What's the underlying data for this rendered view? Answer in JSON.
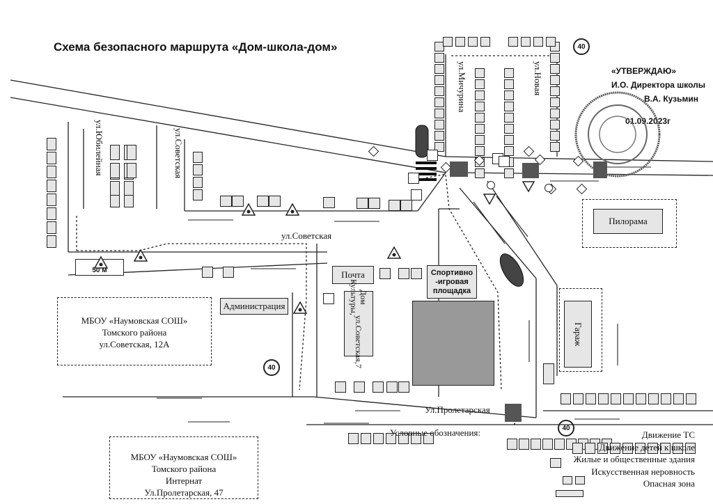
{
  "title": "Схема безопасного маршрута «Дом-школа-дом»",
  "approval": {
    "heading": "«УТВЕРЖДАЮ»",
    "role": "И.О. Директора школы",
    "name": "В.А. Кузьмин",
    "date": "01.09.2023г"
  },
  "streets": {
    "sovetskaya_main": "ул.Советская",
    "sovetskaya_side": "ул.Советская",
    "yubileynaya": "ул.Юбилейная",
    "michurina": "ул.Мичурина",
    "novaya": "ул.Новая",
    "proletarskaya": "Ул.Пролетарская"
  },
  "buildings": {
    "school": [
      "МБОУ «Наумовская СОШ»",
      "Томского района",
      "ул.Советская, 12А"
    ],
    "internat": [
      "МБОУ «Наумовская СОШ»",
      "Томского района",
      "Интернат",
      "Ул.Пролетарская, 47"
    ],
    "administration": "Администрация",
    "post": "Почта",
    "culture_house": [
      "Дом Культуры,",
      "ул.Советская,",
      "7"
    ],
    "sports": [
      "Спортивно",
      "-игровая",
      "площадка"
    ],
    "sawmill": "Пилорама",
    "garage": "Гараж"
  },
  "signs": {
    "speed_limit": "40",
    "school_sign": "50 м"
  },
  "legend": {
    "heading": "Условные обозначения:",
    "items": [
      "Движение ТС",
      "Движение детей к школе",
      "Жилые и общественные здания",
      "Искусственная неровность",
      "Опасная зона"
    ]
  },
  "colors": {
    "building_fill": "#e6e6e6",
    "dark_block": "#555555",
    "line": "#222222"
  },
  "icons": [
    "pedestrian-crossing-icon",
    "children-warning-icon",
    "bus-stop-icon",
    "speed-limit-icon",
    "speed-bump-icon",
    "traffic-light-icon",
    "yield-sign-icon",
    "rhombus-sign-icon"
  ]
}
